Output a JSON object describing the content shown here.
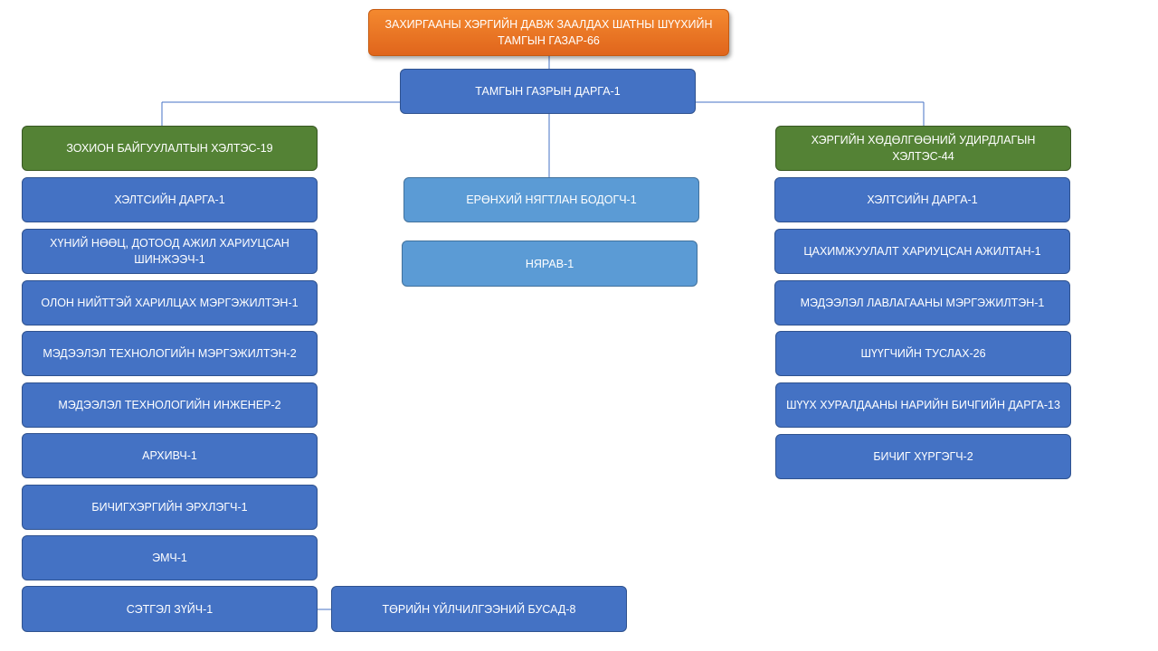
{
  "root": {
    "label": "ЗАХИРГААНЫ ХЭРГИЙН ДАВЖ ЗААЛДАХ ШАТНЫ ШҮҮХИЙН ТАМГЫН ГАЗАР-66"
  },
  "head": {
    "label": "ТАМГЫН ГАЗРЫН ДАРГА-1"
  },
  "left": {
    "header": "ЗОХИОН БАЙГУУЛАЛТЫН ХЭЛТЭС-19",
    "items": [
      "ХЭЛТСИЙН ДАРГА-1",
      "ХҮНИЙ НӨӨЦ, ДОТООД АЖИЛ ХАРИУЦСАН ШИНЖЭЭЧ-1",
      "ОЛОН НИЙТТЭЙ ХАРИЛЦАХ МЭРГЭЖИЛТЭН-1",
      "МЭДЭЭЛЭЛ ТЕХНОЛОГИЙН МЭРГЭЖИЛТЭН-2",
      "МЭДЭЭЛЭЛ ТЕХНОЛОГИЙН ИНЖЕНЕР-2",
      "АРХИВЧ-1",
      "БИЧИГХЭРГИЙН ЭРХЛЭГЧ-1",
      "ЭМЧ-1",
      "СЭТГЭЛ ЗҮЙЧ-1"
    ],
    "side": "ТӨРИЙН ҮЙЛЧИЛГЭЭНИЙ БУСАД-8"
  },
  "center": {
    "items": [
      "ЕРӨНХИЙ НЯГТЛАН БОДОГЧ-1",
      "НЯРАВ-1"
    ]
  },
  "right": {
    "header": "ХЭРГИЙН ХӨДӨЛГӨӨНИЙ УДИРДЛАГЫН ХЭЛТЭС-44",
    "items": [
      "ХЭЛТСИЙН ДАРГА-1",
      "ЦАХИМЖУУЛАЛТ ХАРИУЦСАН АЖИЛТАН-1",
      "МЭДЭЭЛЭЛ ЛАВЛАГААНЫ МЭРГЭЖИЛТЭН-1",
      "ШҮҮГЧИЙН ТУСЛАХ-26",
      "ШҮҮХ ХУРАЛДААНЫ НАРИЙН БИЧГИЙН ДАРГА-13",
      "БИЧИГ ХҮРГЭГЧ-2"
    ]
  },
  "colors": {
    "box_blue": "#4472c4",
    "box_light_blue": "#5b9bd5",
    "box_green": "#548235",
    "box_orange": "#ed7d31",
    "connector": "#4472c4"
  }
}
